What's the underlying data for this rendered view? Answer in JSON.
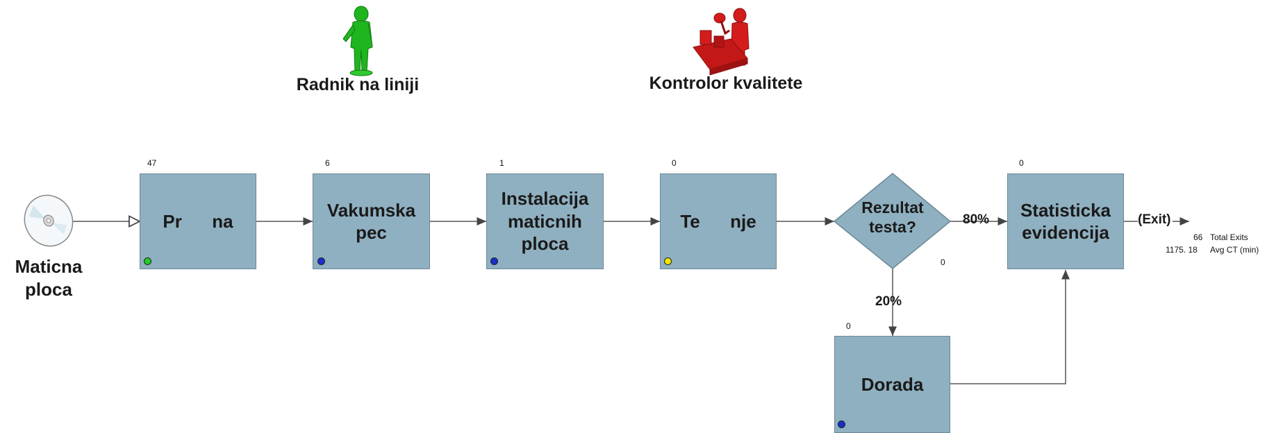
{
  "resources": {
    "worker": "Radnik na liniji",
    "inspector": "Kontrolor kvalitete"
  },
  "arrival": {
    "label_line1": "Maticna",
    "label_line2": "ploca"
  },
  "activities": [
    {
      "name": "Pr      na",
      "count": "47",
      "status_color": "#22cc22"
    },
    {
      "name_line1": "Vakumska",
      "name_line2": "pec",
      "count": "6",
      "status_color": "#1a2ecc"
    },
    {
      "name_line1": "Instalacija",
      "name_line2": "maticnih",
      "name_line3": "ploca",
      "count": "1",
      "status_color": "#1a2ecc"
    },
    {
      "name": "Te      nje",
      "count": "0",
      "status_color": "#f2e600"
    },
    {
      "name_line1": "Statisticka",
      "name_line2": "evidencija",
      "count": "0"
    },
    {
      "name": "Dorada",
      "count": "0",
      "status_color": "#1a2ecc"
    }
  ],
  "decision": {
    "line1": "Rezultat",
    "line2": "testa?",
    "count": "0"
  },
  "routing": {
    "pass_pct": "80%",
    "rework_pct": "20%"
  },
  "exit": {
    "label": "(Exit)",
    "total_exits_value": "66",
    "total_exits_label": "Total Exits",
    "avg_ct_value": "1175. 18",
    "avg_ct_label": "Avg CT (min)"
  },
  "colors": {
    "box_fill": "#8fb0c0",
    "worker_icon": "#1fb51f",
    "inspector_icon": "#d41c1c"
  }
}
